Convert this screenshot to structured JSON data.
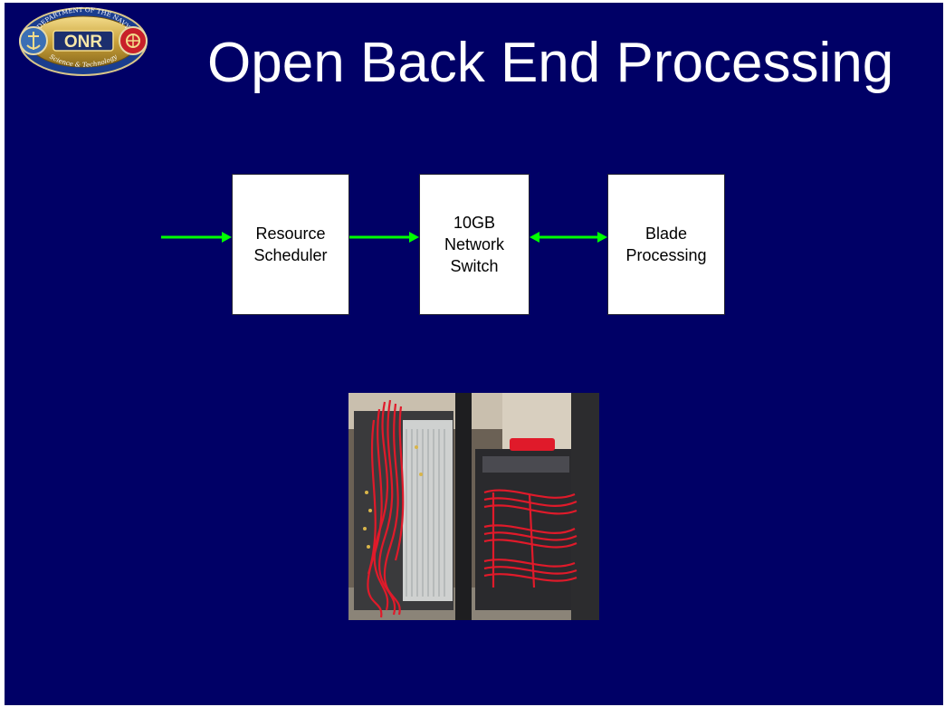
{
  "slide": {
    "title": "Open Back End Processing",
    "background_color": "#000066",
    "arrow_color": "#00ff00"
  },
  "logo": {
    "icon": "onr-logo-icon",
    "text_arc_top": "DEPARTMENT OF THE NAVY",
    "text_center": "ONR",
    "text_arc_bottom": "Science & Technology"
  },
  "diagram": {
    "boxes": [
      {
        "id": "resource-scheduler",
        "lines": [
          "Resource",
          "Scheduler"
        ]
      },
      {
        "id": "network-switch",
        "lines": [
          "10GB",
          "Network",
          "Switch"
        ]
      },
      {
        "id": "blade-processing",
        "lines": [
          "Blade",
          "Processing"
        ]
      }
    ],
    "arrows": [
      {
        "from": "input",
        "to": "resource-scheduler",
        "direction": "forward"
      },
      {
        "from": "resource-scheduler",
        "to": "network-switch",
        "direction": "forward"
      },
      {
        "from": "network-switch",
        "to": "blade-processing",
        "direction": "both"
      }
    ]
  },
  "photo": {
    "icon": "server-rack-photo-icon"
  }
}
